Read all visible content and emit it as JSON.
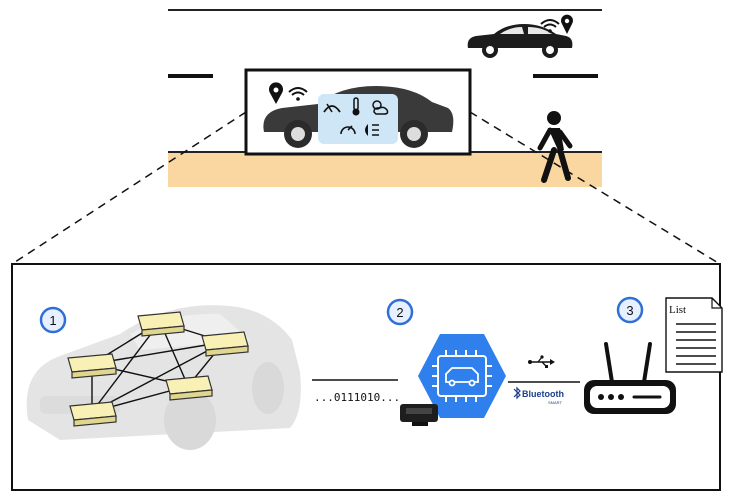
{
  "step_badges": [
    {
      "number": "1"
    },
    {
      "number": "2"
    },
    {
      "number": "3"
    }
  ],
  "bitstream_text": "...0111010...",
  "bluetooth_label": "Bluetooth",
  "bluetooth_sublabel": "SMART",
  "list_label": "List",
  "colors": {
    "road_surface": "#fad7a0",
    "badge_fill": "#e6f0ff",
    "badge_stroke": "#2f6fd6",
    "chip_blue": "#2f80ed",
    "ecu_node": "#f8f0b4",
    "car_dark": "#2b2b2b",
    "dash_panel": "#cfe6f7"
  }
}
